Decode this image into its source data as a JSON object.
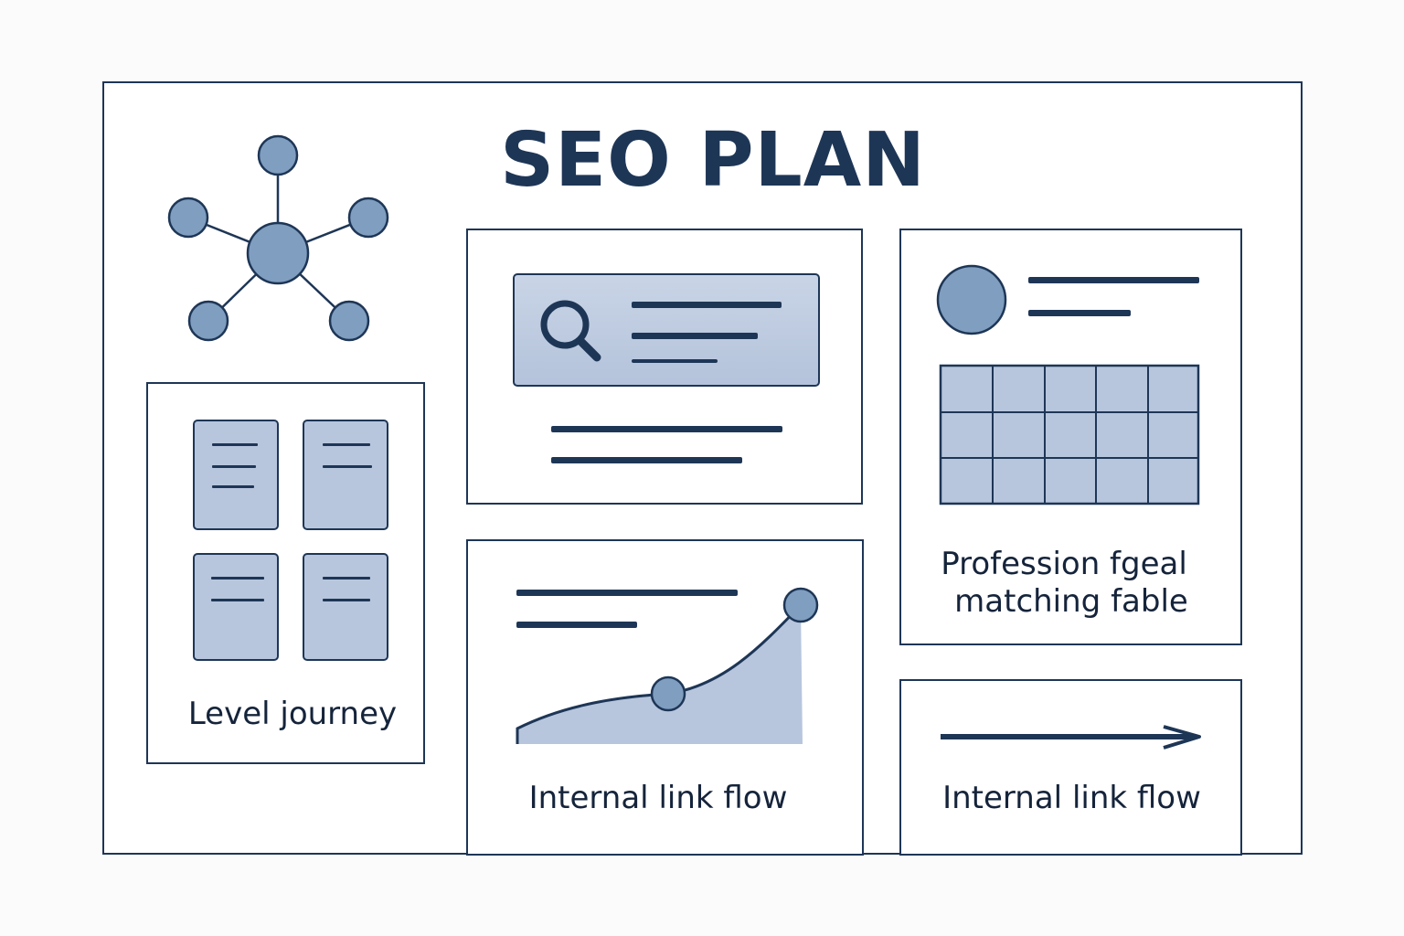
{
  "title": "SEO PLAN",
  "panels": {
    "journey": {
      "label": "Level journey"
    },
    "search_preview": {},
    "matching_table": {
      "label_line1": "Profession fgeal",
      "label_line2": "matching fable",
      "rows": 3,
      "cols": 5
    },
    "link_flow_chart": {
      "label": "Internal link flow"
    },
    "link_flow_arrow": {
      "label": "Internal link flow"
    }
  },
  "colors": {
    "ink": "#1e3656",
    "fill_light": "#b7c6dd",
    "node_fill": "#7f9ec0",
    "search_bar_fill": "#c3cfe2"
  },
  "icons": [
    "network-hub-icon",
    "search-icon",
    "document-icon",
    "avatar-icon",
    "arrow-right-icon"
  ]
}
